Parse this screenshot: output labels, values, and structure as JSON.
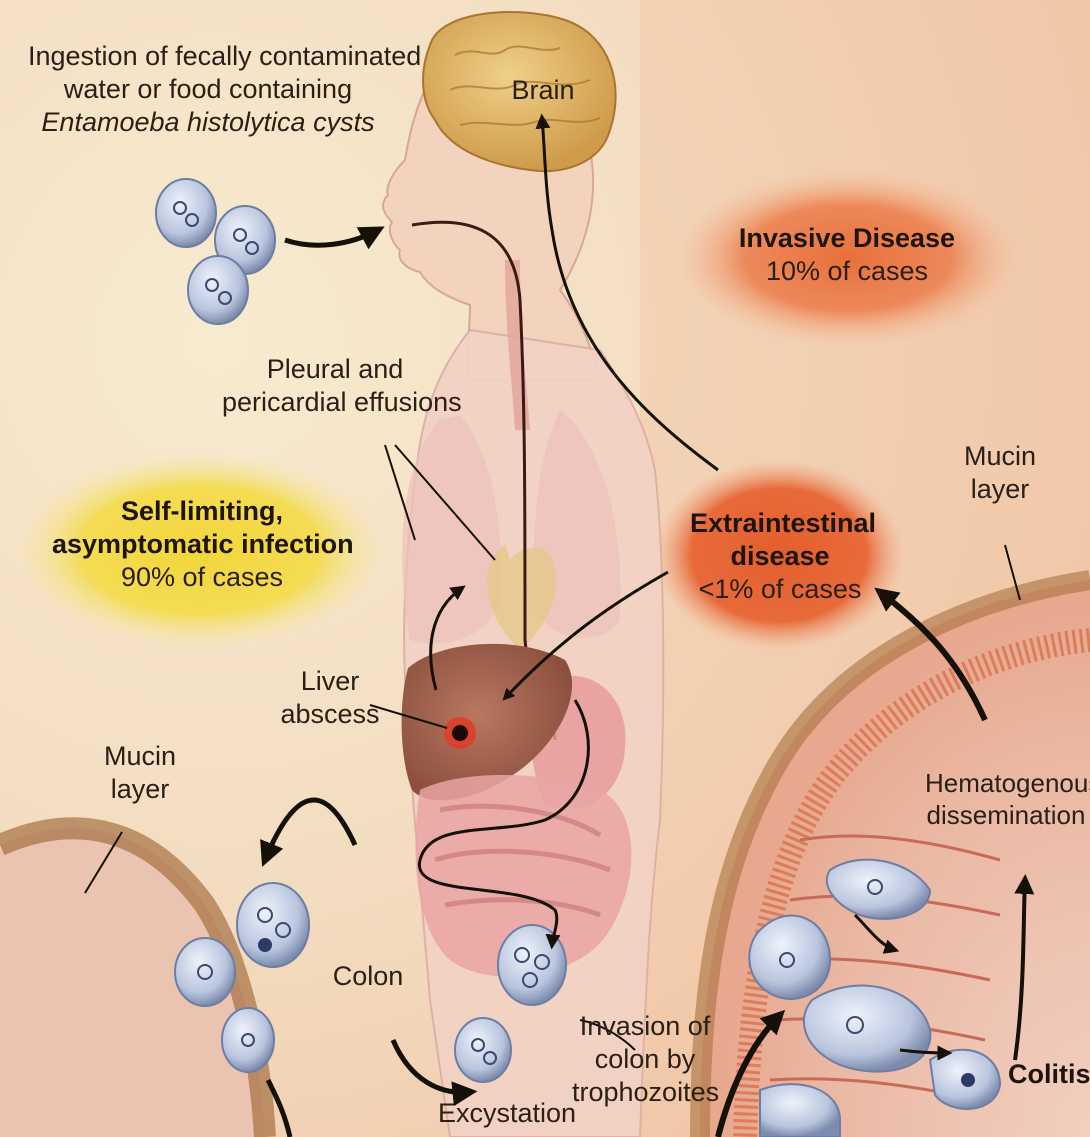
{
  "labels": {
    "ingestion": {
      "line1": "Ingestion of fecally contaminated",
      "line2": "water or food containing",
      "line3": "Entamoeba histolytica cysts"
    },
    "brain": "Brain",
    "invasive": {
      "title": "Invasive Disease",
      "pct": "10% of cases"
    },
    "pleural": {
      "line1": "Pleural and",
      "line2": "pericardial effusions"
    },
    "self_limiting": {
      "line1": "Self-limiting,",
      "line2": "asymptomatic infection",
      "pct": "90% of cases"
    },
    "extraintestinal": {
      "line1": "Extraintestinal",
      "line2": "disease",
      "pct": "<1% of cases"
    },
    "mucin_right": {
      "line1": "Mucin",
      "line2": "layer"
    },
    "liver": {
      "line1": "Liver",
      "line2": "abscess"
    },
    "mucin_left": {
      "line1": "Mucin",
      "line2": "layer"
    },
    "hematogenous": {
      "line1": "Hematogenous",
      "line2": "dissemination"
    },
    "colon": "Colon",
    "invasion": {
      "line1": "Invasion of",
      "line2": "colon by",
      "line3": "trophozoites"
    },
    "excystation": "Excystation",
    "colitis": "Colitis"
  },
  "colors": {
    "background": "#f3e3c4",
    "invasive_blob": "#e8703a",
    "extraintestinal_blob": "#e35f2d",
    "self_limiting_blob": "#f2d63a",
    "arrow": "#151008",
    "cyst": "#a9b8d6"
  }
}
